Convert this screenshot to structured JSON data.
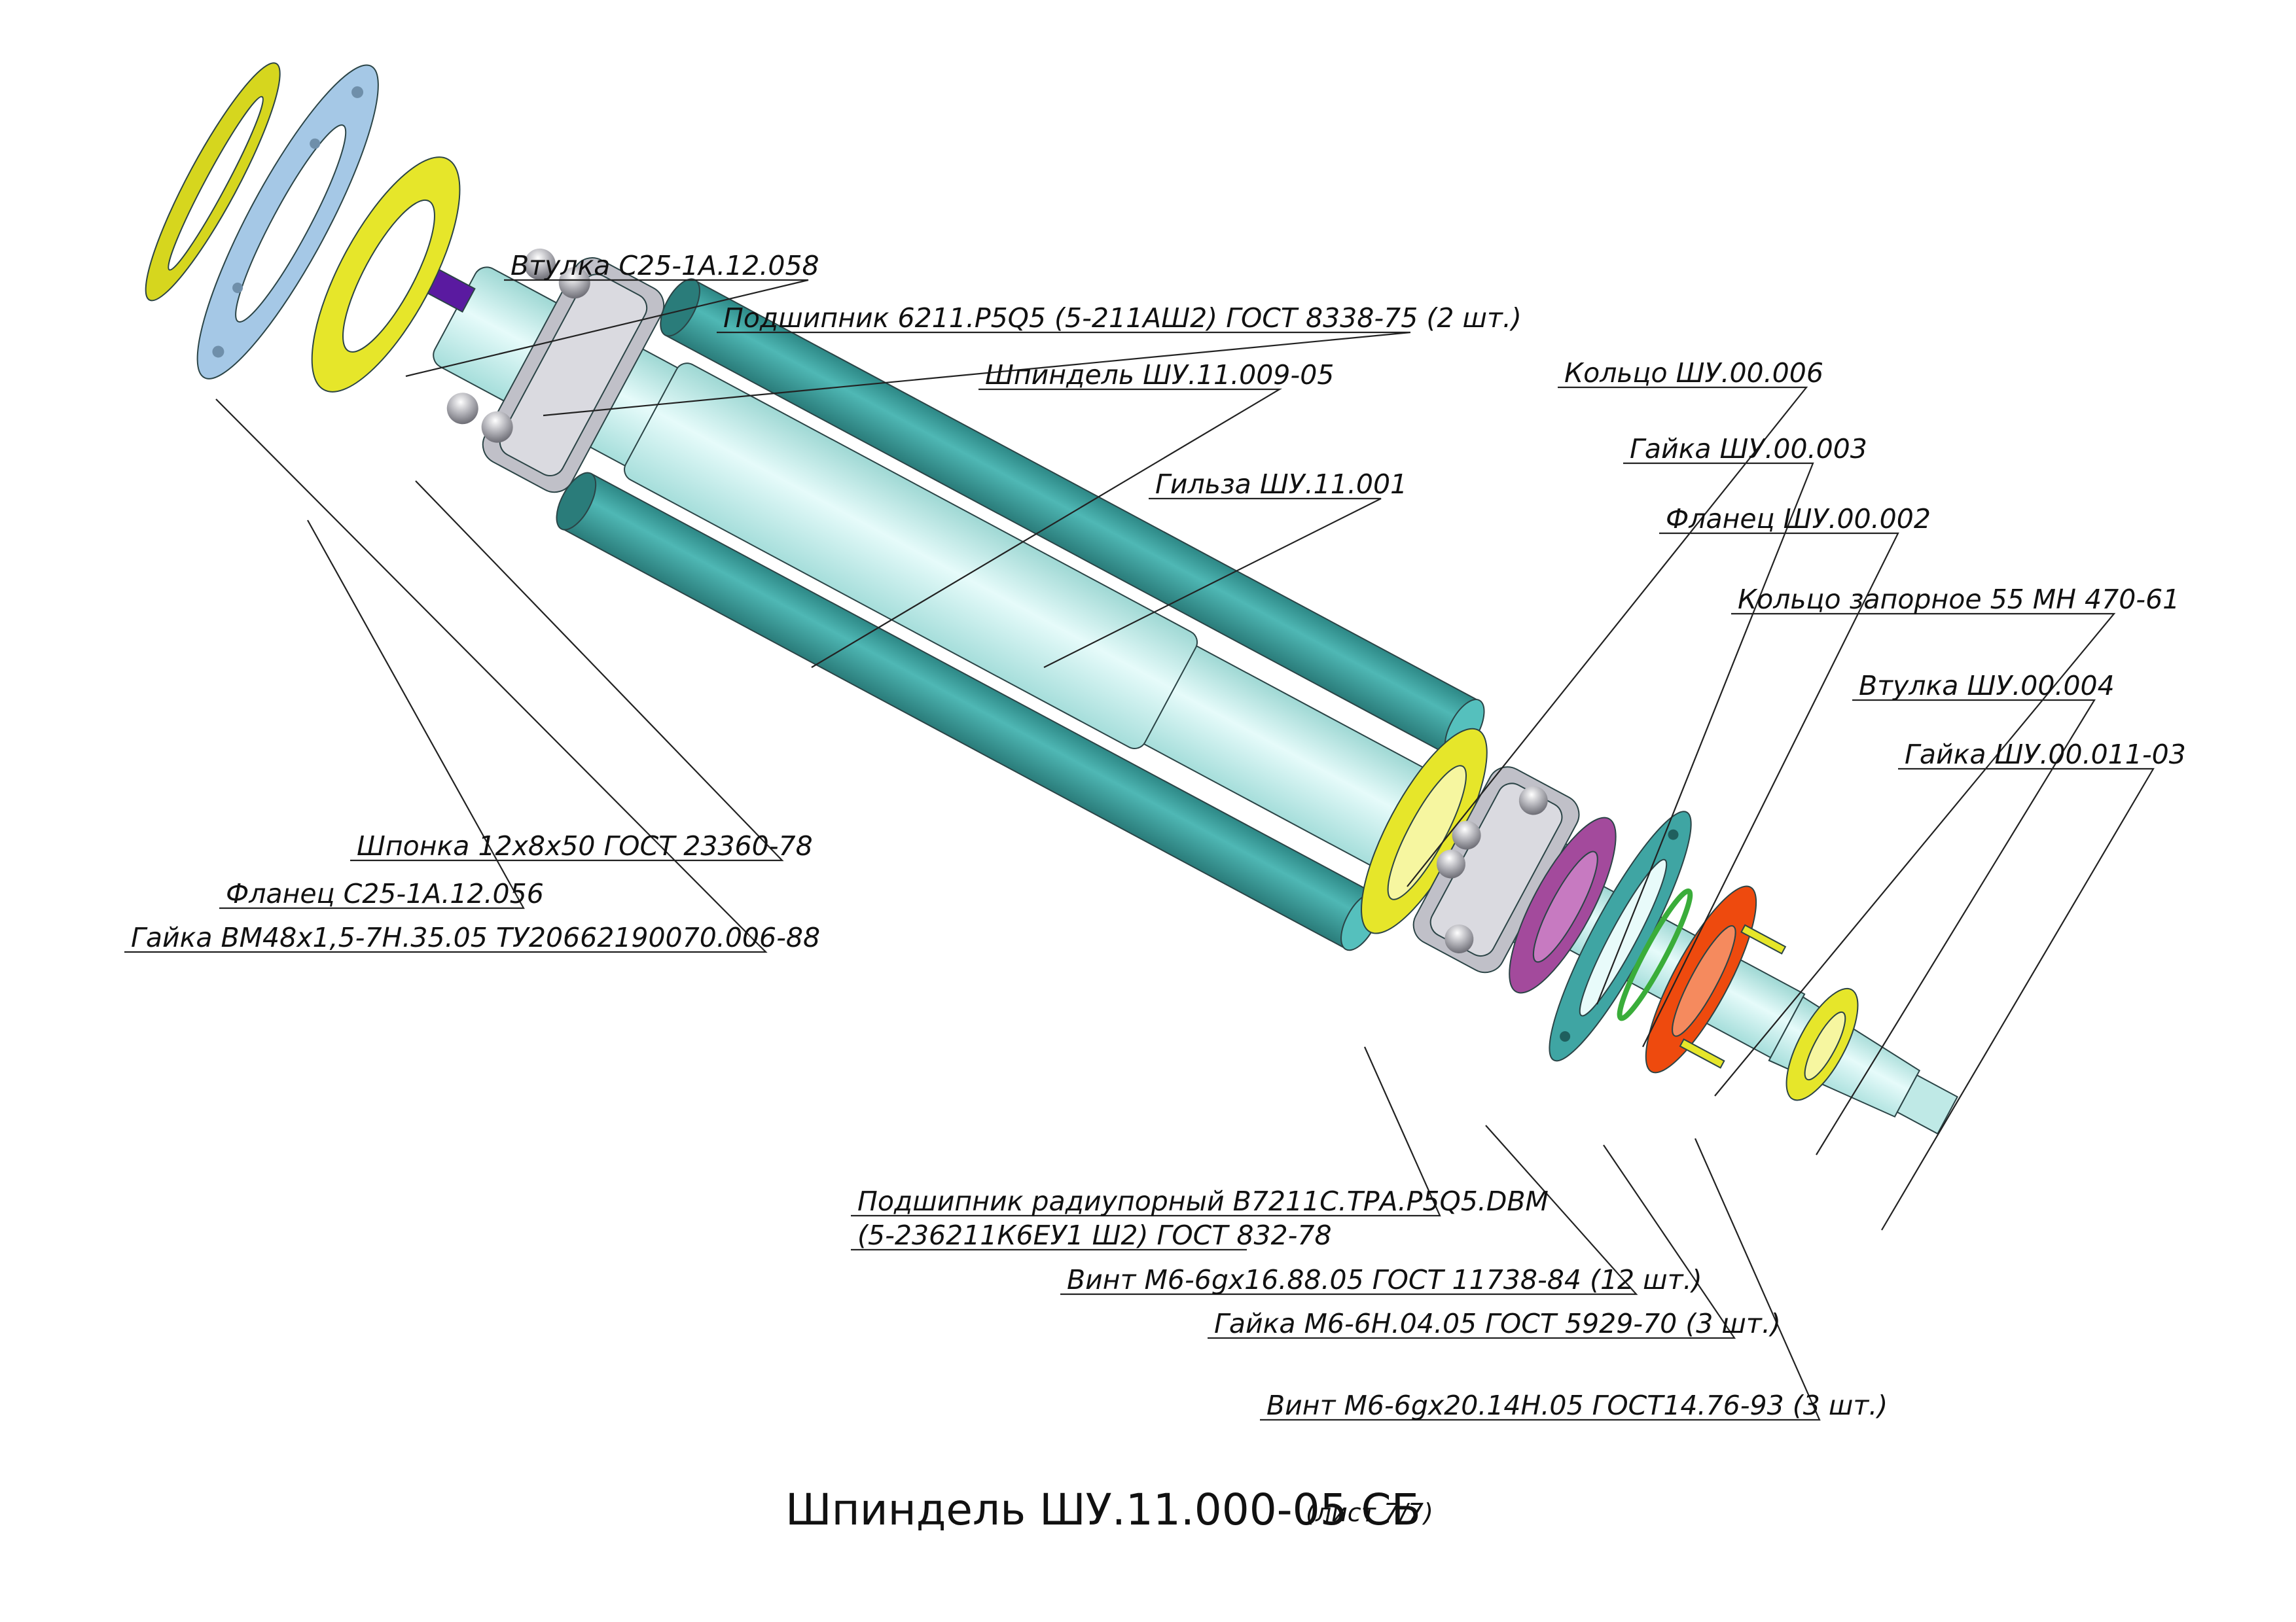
{
  "labels": {
    "vtulka_s25": "Втулка  С25-1А.12.058",
    "podshipnik_6211": "Подшипник 6211.Р5Q5 (5-211АШ2) ГОСТ 8338-75 (2 шт.)",
    "shpindel_part": "Шпиндель ШУ.11.009-05",
    "gilza": "Гильза ШУ.11.001",
    "koltso_006": "Кольцо ШУ.00.006",
    "gayka_003": "Гайка ШУ.00.003",
    "flanets_002": "Фланец ШУ.00.002",
    "koltso_zapornoe": "Кольцо запорное 55 МН 470-61",
    "vtulka_004": "Втулка ШУ.00.004",
    "gayka_011": "Гайка ШУ.00.011-03",
    "shponka": "Шпонка 12х8х50 ГОСТ 23360-78",
    "flanets_s25": "Фланец С25-1А.12.056",
    "gayka_vm48": "Гайка ВМ48х1,5-7Н.35.05 ТУ20662190070.006-88",
    "podshipnik_radial_1": "Подшипник радиупорный В7211С.ТРА.Р5Q5.DBM",
    "podshipnik_radial_2": "(5-236211К6ЕУ1 Ш2) ГОСТ 832-78",
    "vint_m6_16": "Винт М6-6gх16.88.05 ГОСТ 11738-84 (12 шт.)",
    "gayka_m6": "Гайка М6-6Н.04.05 ГОСТ 5929-70 (3 шт.)",
    "vint_m6_20": "Винт М6-6gх20.14Н.05 ГОСТ14.76-93 (3 шт.)"
  },
  "title": {
    "main": "Шпиндель ШУ.11.000-05 СБ",
    "sheet": "(лист 7/7)"
  },
  "colors": {
    "shaft": "#c8f2f0",
    "sleeve": "#3fa5a3",
    "yellow": "#e6e62a",
    "blue_flange": "#a5c8e6",
    "magenta": "#a34a9c",
    "orange": "#ee4a0e",
    "purple_key": "#5a1aa0",
    "green_ring": "#3aad3a",
    "bearing": "#c0c0c8"
  }
}
